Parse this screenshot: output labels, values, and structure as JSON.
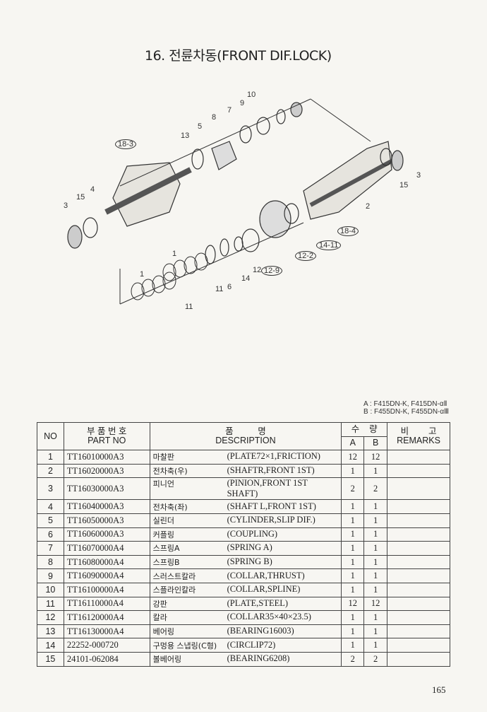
{
  "title": "16. 전륜차동(FRONT DIF.LOCK)",
  "diagram": {
    "callouts": [
      "10",
      "9",
      "7",
      "8",
      "5",
      "13",
      "18-3",
      "3",
      "15",
      "4",
      "2",
      "3",
      "15",
      "18-4",
      "14-11",
      "12-2",
      "12-9",
      "12",
      "14",
      "6",
      "1",
      "11",
      "1",
      "11"
    ]
  },
  "models": {
    "a": "A : F415DN-K, F415DN-αⅡ",
    "b": "B : F455DN-K, F455DN-αⅢ"
  },
  "table": {
    "headers": {
      "no": "NO",
      "part_kr": "부 품 번 호",
      "part_en": "PART NO",
      "desc_kr": "품          명",
      "desc_en": "DESCRIPTION",
      "qty_kr": "수    량",
      "a": "A",
      "b": "B",
      "remarks_kr": "비        고",
      "remarks_en": "REMARKS"
    },
    "rows": [
      {
        "no": "1",
        "part": "TT16010000A3",
        "kr": "마찰판",
        "en": "(PLATE72×1,FRICTION)",
        "a": "12",
        "b": "12",
        "remarks": ""
      },
      {
        "no": "2",
        "part": "TT16020000A3",
        "kr": "전차축(우)",
        "en": "(SHAFTR,FRONT 1ST)",
        "a": "1",
        "b": "1",
        "remarks": ""
      },
      {
        "no": "3",
        "part": "TT16030000A3",
        "kr": "피니언",
        "en": "(PINION,FRONT 1ST SHAFT)",
        "a": "2",
        "b": "2",
        "remarks": ""
      },
      {
        "no": "4",
        "part": "TT16040000A3",
        "kr": "전차축(좌)",
        "en": "(SHAFT L,FRONT 1ST)",
        "a": "1",
        "b": "1",
        "remarks": ""
      },
      {
        "no": "5",
        "part": "TT16050000A3",
        "kr": "실린더",
        "en": "(CYLINDER,SLIP DIF.)",
        "a": "1",
        "b": "1",
        "remarks": ""
      },
      {
        "no": "6",
        "part": "TT16060000A3",
        "kr": "커플링",
        "en": "(COUPLING)",
        "a": "1",
        "b": "1",
        "remarks": ""
      },
      {
        "no": "7",
        "part": "TT16070000A4",
        "kr": "스프링A",
        "en": "(SPRING A)",
        "a": "1",
        "b": "1",
        "remarks": ""
      },
      {
        "no": "8",
        "part": "TT16080000A4",
        "kr": "스프링B",
        "en": "(SPRING B)",
        "a": "1",
        "b": "1",
        "remarks": ""
      },
      {
        "no": "9",
        "part": "TT16090000A4",
        "kr": "스러스트칼라",
        "en": "(COLLAR,THRUST)",
        "a": "1",
        "b": "1",
        "remarks": ""
      },
      {
        "no": "10",
        "part": "TT16100000A4",
        "kr": "스플라인칼라",
        "en": "(COLLAR,SPLINE)",
        "a": "1",
        "b": "1",
        "remarks": ""
      },
      {
        "no": "11",
        "part": "TT16110000A4",
        "kr": "강판",
        "en": "(PLATE,STEEL)",
        "a": "12",
        "b": "12",
        "remarks": ""
      },
      {
        "no": "12",
        "part": "TT16120000A4",
        "kr": "칼라",
        "en": "(COLLAR35×40×23.5)",
        "a": "1",
        "b": "1",
        "remarks": ""
      },
      {
        "no": "13",
        "part": "TT16130000A4",
        "kr": "베어링",
        "en": "(BEARING16003)",
        "a": "1",
        "b": "1",
        "remarks": ""
      },
      {
        "no": "14",
        "part": "22252-000720",
        "kr": "구멍용 스냅링(C형)",
        "en": "(CIRCLIP72)",
        "a": "1",
        "b": "1",
        "remarks": ""
      },
      {
        "no": "15",
        "part": "24101-062084",
        "kr": "볼베어링",
        "en": "(BEARING6208)",
        "a": "2",
        "b": "2",
        "remarks": ""
      }
    ]
  },
  "page_number": "165"
}
